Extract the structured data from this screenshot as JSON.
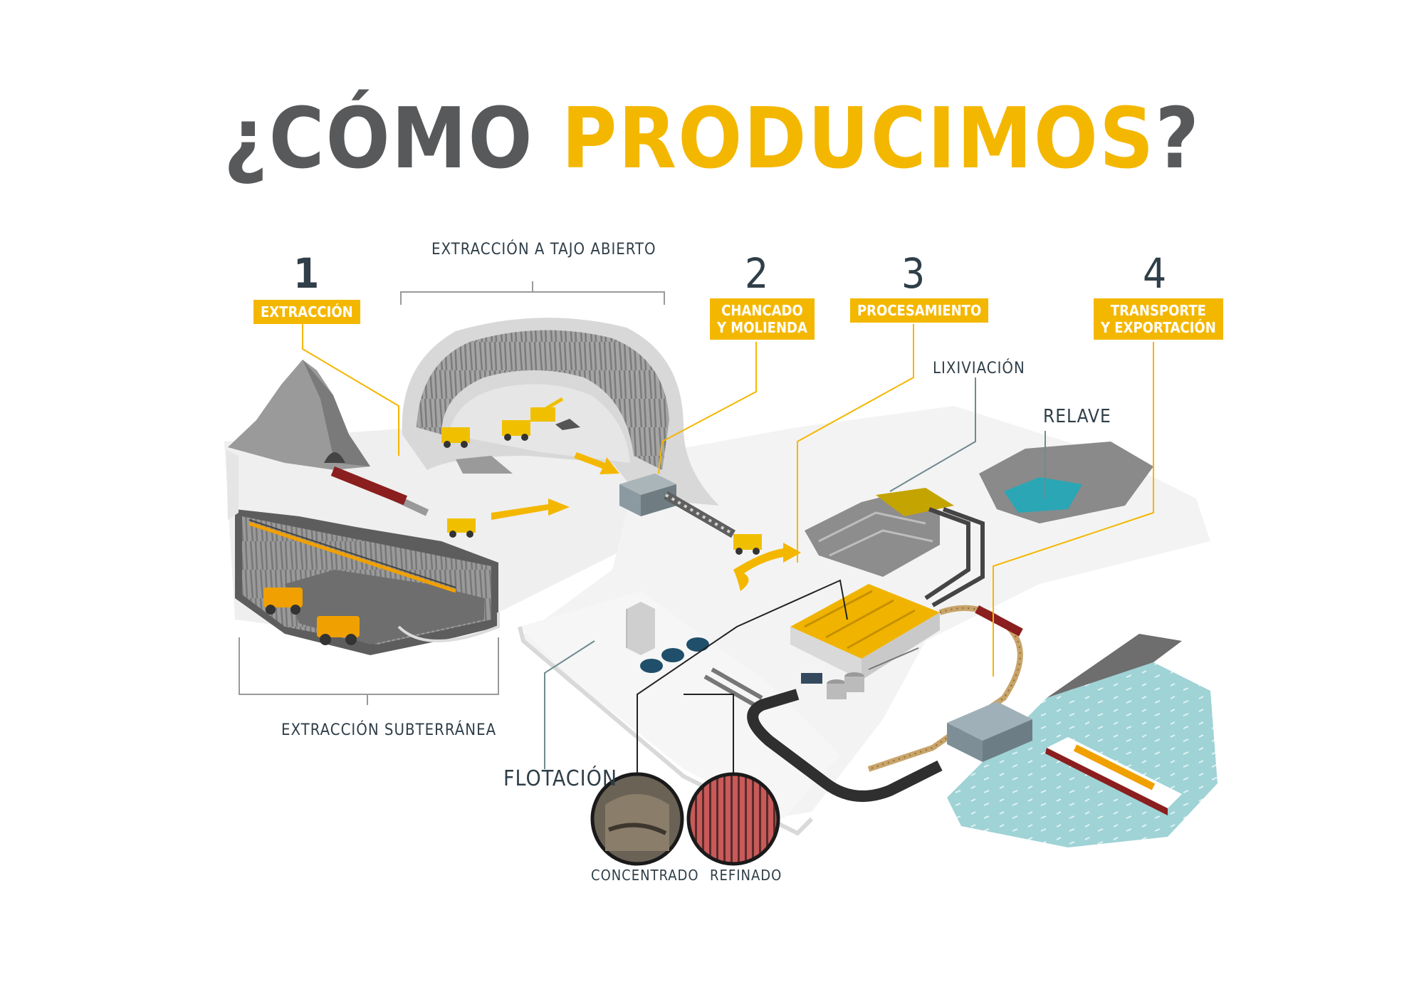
{
  "title": {
    "part1": "¿CÓMO ",
    "part2": "PRODUCIMOS",
    "part3": "?"
  },
  "colors": {
    "accent": "#f4b700",
    "dark_text": "#58595b",
    "label_text": "#2f3e48",
    "water": "#9fd3d6",
    "ground": "#f2f2f2",
    "rock": "#8a8a8a",
    "machinery": "#f0a000"
  },
  "steps": [
    {
      "number": "1",
      "label": "EXTRACCIÓN"
    },
    {
      "number": "2",
      "label": "CHANCADO\nY MOLIENDA"
    },
    {
      "number": "3",
      "label": "PROCESAMIENTO"
    },
    {
      "number": "4",
      "label": "TRANSPORTE\nY EXPORTACIÓN"
    }
  ],
  "labels": {
    "open_pit": "EXTRACCIÓN A TAJO ABIERTO",
    "underground": "EXTRACCIÓN SUBTERRÁNEA",
    "leaching": "LIXIVIACIÓN",
    "tailings": "RELAVE",
    "flotation": "FLOTACIÓN",
    "concentrate": "CONCENTRADO",
    "refined": "REFINADO"
  }
}
